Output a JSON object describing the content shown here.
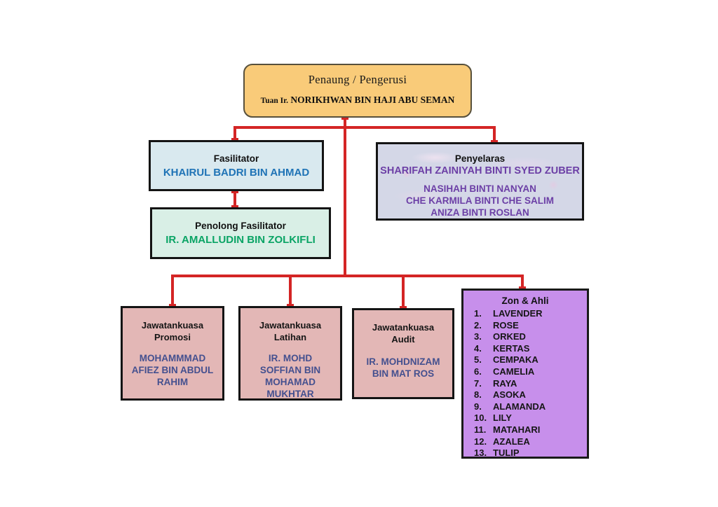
{
  "page": {
    "background": "#ffffff"
  },
  "palette": {
    "connector_red": "#d42525",
    "penaung_fill": "#f9cb79",
    "fasilitator_fill": "#d9e9ef",
    "penyelaras_fill": "#d4d7e7",
    "penolong_fill": "#d9efe6",
    "jawatankuasa_fill": "#e3b7b6",
    "zon_fill": "#c78feb",
    "fasilitator_name_color": "#1f73b6",
    "penyelaras_name_color": "#6c3fa6",
    "penolong_name_color": "#0aa465",
    "jawatankuasa_name_color": "#44508f"
  },
  "org": {
    "penaung": {
      "title": "Penaung / Pengerusi",
      "name_prefix": "Tuan Ir.",
      "name": "NORIKHWAN BIN HAJI ABU SEMAN"
    },
    "fasilitator": {
      "title": "Fasilitator",
      "name": "KHAIRUL BADRI BIN AHMAD"
    },
    "penyelaras": {
      "title": "Penyelaras",
      "lead": "SHARIFAH ZAINIYAH BINTI SYED ZUBER",
      "members": [
        "NASIHAH BINTI NANYAN",
        "CHE KARMILA BINTI CHE SALIM",
        "ANIZA BINTI ROSLAN"
      ]
    },
    "penolong": {
      "title": "Penolong Fasilitator",
      "name": "IR. AMALLUDIN BIN ZOLKIFLI"
    },
    "promosi": {
      "title_lines": [
        "Jawatankuasa",
        "Promosi"
      ],
      "name_lines": [
        "MOHAMMMAD",
        "AFIEZ BIN ABDUL",
        "RAHIM"
      ]
    },
    "latihan": {
      "title_lines": [
        "Jawatankuasa",
        "Latihan"
      ],
      "name_lines": [
        "IR. MOHD",
        "SOFFIAN BIN",
        "MOHAMAD",
        "MUKHTAR"
      ]
    },
    "audit": {
      "title_lines": [
        "Jawatankuasa",
        "Audit"
      ],
      "name_lines": [
        "IR. MOHDNIZAM",
        "BIN MAT ROS"
      ]
    },
    "zon": {
      "title": "Zon & Ahli",
      "items": [
        {
          "num": "1.",
          "label": "LAVENDER"
        },
        {
          "num": "2.",
          "label": "ROSE"
        },
        {
          "num": "3.",
          "label": "ORKED"
        },
        {
          "num": "4.",
          "label": "KERTAS"
        },
        {
          "num": "5.",
          "label": "CEMPAKA"
        },
        {
          "num": "6.",
          "label": "CAMELIA"
        },
        {
          "num": "7.",
          "label": "RAYA"
        },
        {
          "num": "8.",
          "label": "ASOKA"
        },
        {
          "num": "9.",
          "label": "ALAMANDA"
        },
        {
          "num": "10.",
          "label": "LILY"
        },
        {
          "num": "11.",
          "label": "MATAHARI"
        },
        {
          "num": "12.",
          "label": "AZALEA"
        },
        {
          "num": "13.",
          "label": "TULIP"
        }
      ]
    }
  }
}
